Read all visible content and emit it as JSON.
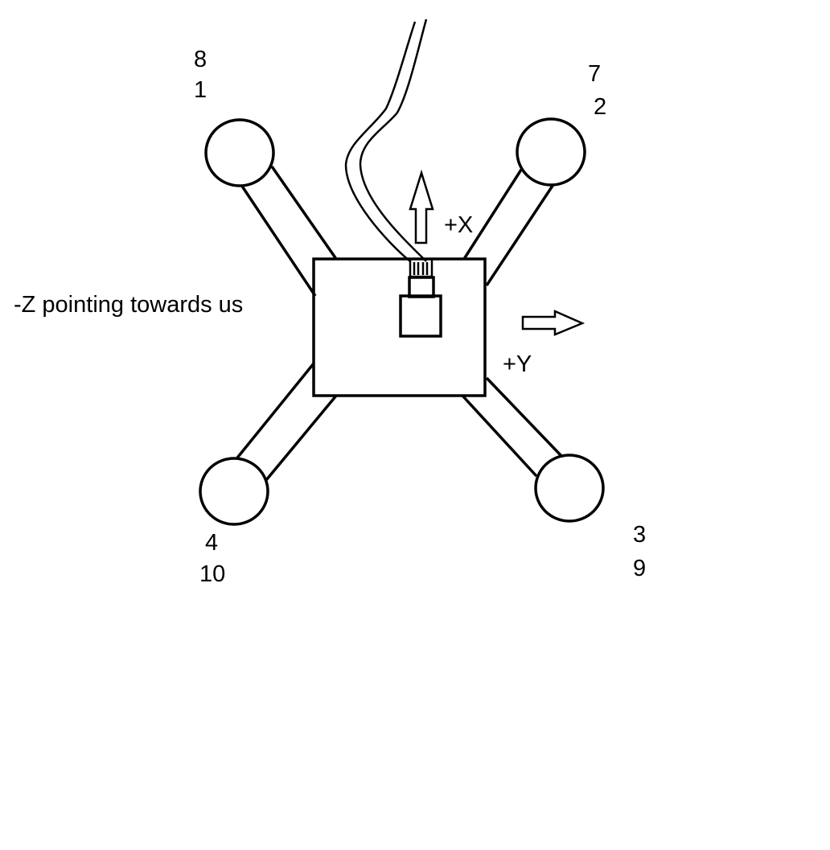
{
  "labels": {
    "orientation_note": "-Z pointing towards us",
    "axis_x": "+X",
    "axis_y": "+Y"
  },
  "motors": {
    "top_left": {
      "line1": "8",
      "line2": "1"
    },
    "top_right": {
      "line1": "7",
      "line2": "2"
    },
    "bottom_left": {
      "line1": "4",
      "line2": "10"
    },
    "bottom_right": {
      "line1": "3",
      "line2": "9"
    }
  },
  "colors": {
    "stroke": "#000000",
    "background": "#ffffff"
  }
}
